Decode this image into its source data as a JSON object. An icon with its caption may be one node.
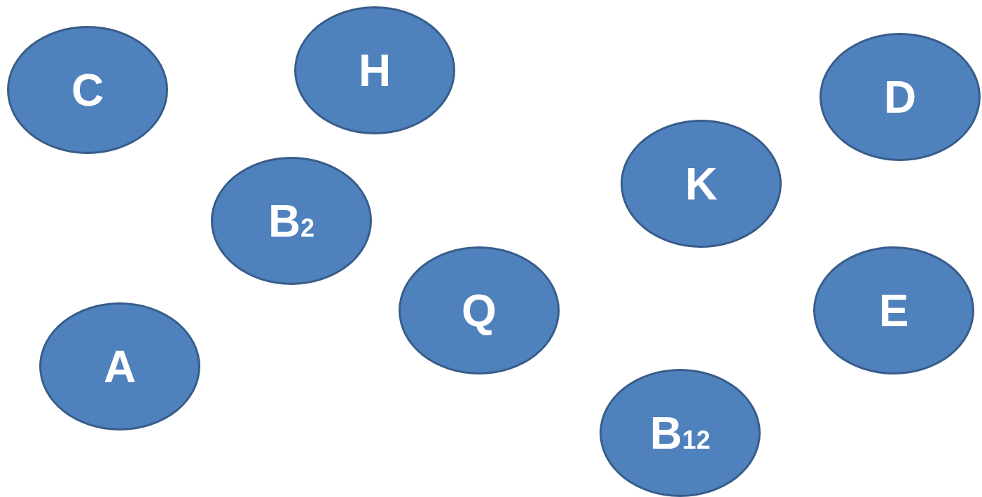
{
  "diagram": {
    "nodes": [
      {
        "text": [
          "H"
        ]
      },
      {
        "text": [
          "C"
        ]
      },
      {
        "text": [
          "D"
        ]
      },
      {
        "text": [
          "K"
        ]
      },
      {
        "text": [
          "B$_{2}$"
        ]
      },
      {
        "text": [
          "Q"
        ]
      },
      {
        "text": [
          "E"
        ]
      },
      {
        "text": [
          "A"
        ]
      },
      {
        "text": [
          "B$_{12}$"
        ]
      }
    ]
  }
}
